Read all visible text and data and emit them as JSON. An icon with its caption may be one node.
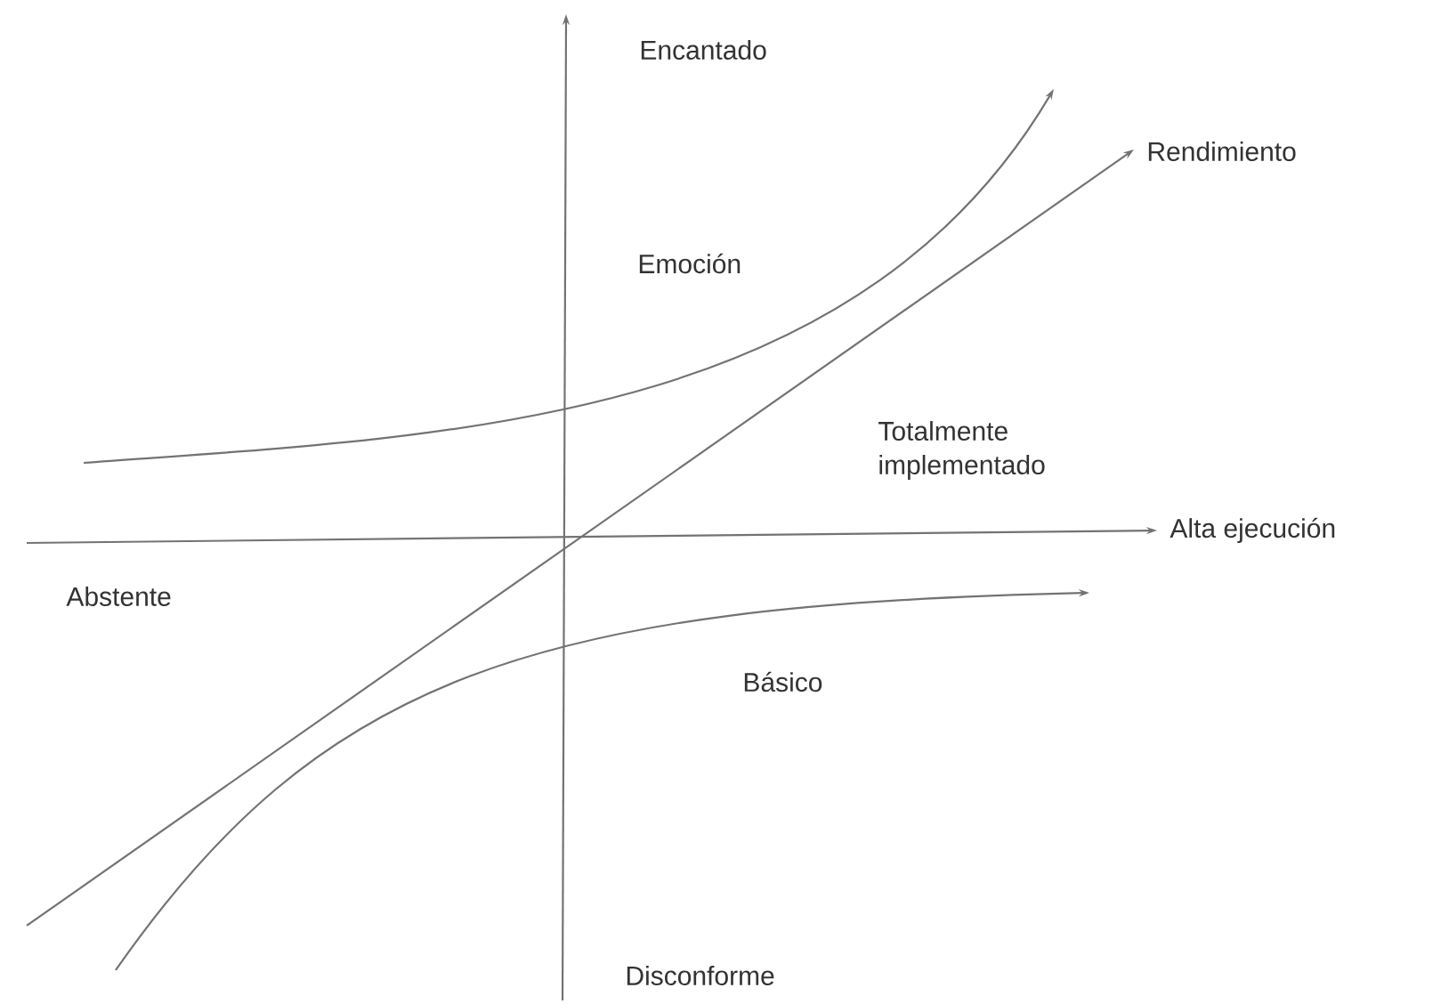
{
  "diagram": {
    "labels": [
      "Encantado",
      "Rendimiento",
      "Emoción",
      "Totalmente implementado",
      "Alta ejecución",
      "Abstente",
      "Básico",
      "Disconforme"
    ]
  }
}
